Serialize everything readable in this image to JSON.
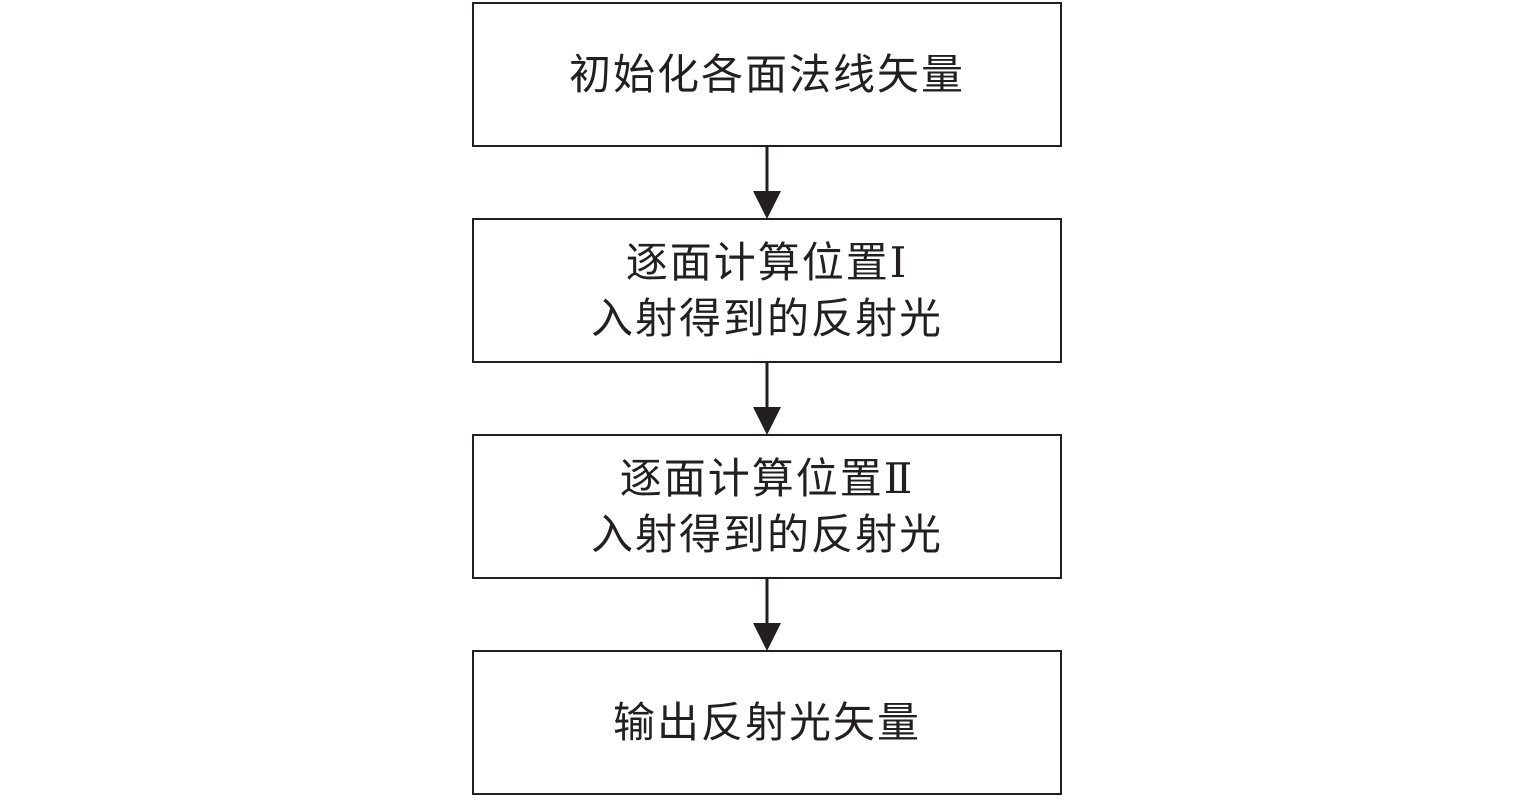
{
  "flowchart": {
    "steps": [
      {
        "lines": [
          "初始化各面法线矢量"
        ]
      },
      {
        "lines": [
          "逐面计算位置Ⅰ",
          "入射得到的反射光"
        ]
      },
      {
        "lines": [
          "逐面计算位置Ⅱ",
          "入射得到的反射光"
        ]
      },
      {
        "lines": [
          "输出反射光矢量"
        ]
      }
    ]
  },
  "colors": {
    "stroke": "#231f20",
    "background": "#ffffff"
  }
}
